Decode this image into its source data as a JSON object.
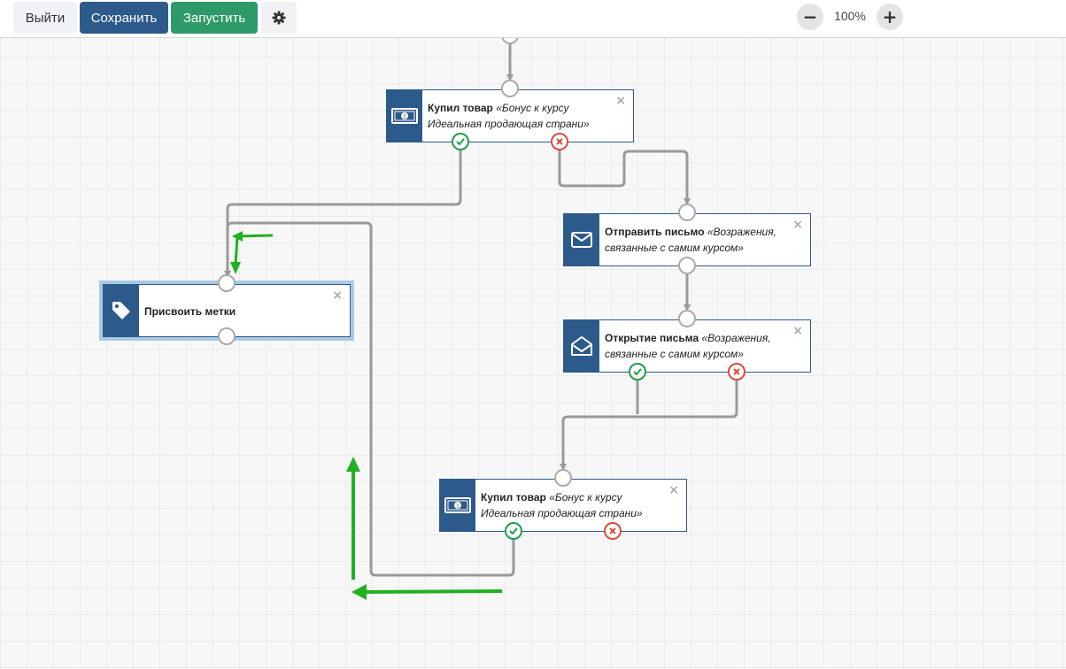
{
  "toolbar": {
    "exit_label": "Выйти",
    "save_label": "Сохранить",
    "run_label": "Запустить",
    "zoom_level": "100%",
    "zoom_out_symbol": "−",
    "zoom_in_symbol": "+",
    "settings_icon": "gear-icon"
  },
  "nodes": {
    "purchase_1": {
      "title": "Купил товар",
      "subtitle": "«Бонус к курсу Идеальная продающая страни»",
      "icon": "money-icon",
      "close": "×"
    },
    "send_email": {
      "title": "Отправить письмо",
      "subtitle": "«Возражения, связанные с самим курсом»",
      "icon": "envelope-icon",
      "close": "×"
    },
    "email_open": {
      "title": "Открытие письма",
      "subtitle": "«Возражения, связанные с самим курсом»",
      "icon": "open-envelope-icon",
      "close": "×"
    },
    "assign_tags": {
      "title": "Присвоить метки",
      "subtitle": "",
      "icon": "tag-icon",
      "close": "×"
    },
    "purchase_2": {
      "title": "Купил товар",
      "subtitle": "«Бонус к курсу Идеальная продающая страни»",
      "icon": "money-icon",
      "close": "×"
    }
  },
  "colors": {
    "primary": "#2c5a8a",
    "success": "#2e9a6a",
    "yes_port": "#1e9e4a",
    "no_port": "#d94a3d",
    "connector": "#9a9a9a",
    "annotation_arrow": "#22b022"
  }
}
